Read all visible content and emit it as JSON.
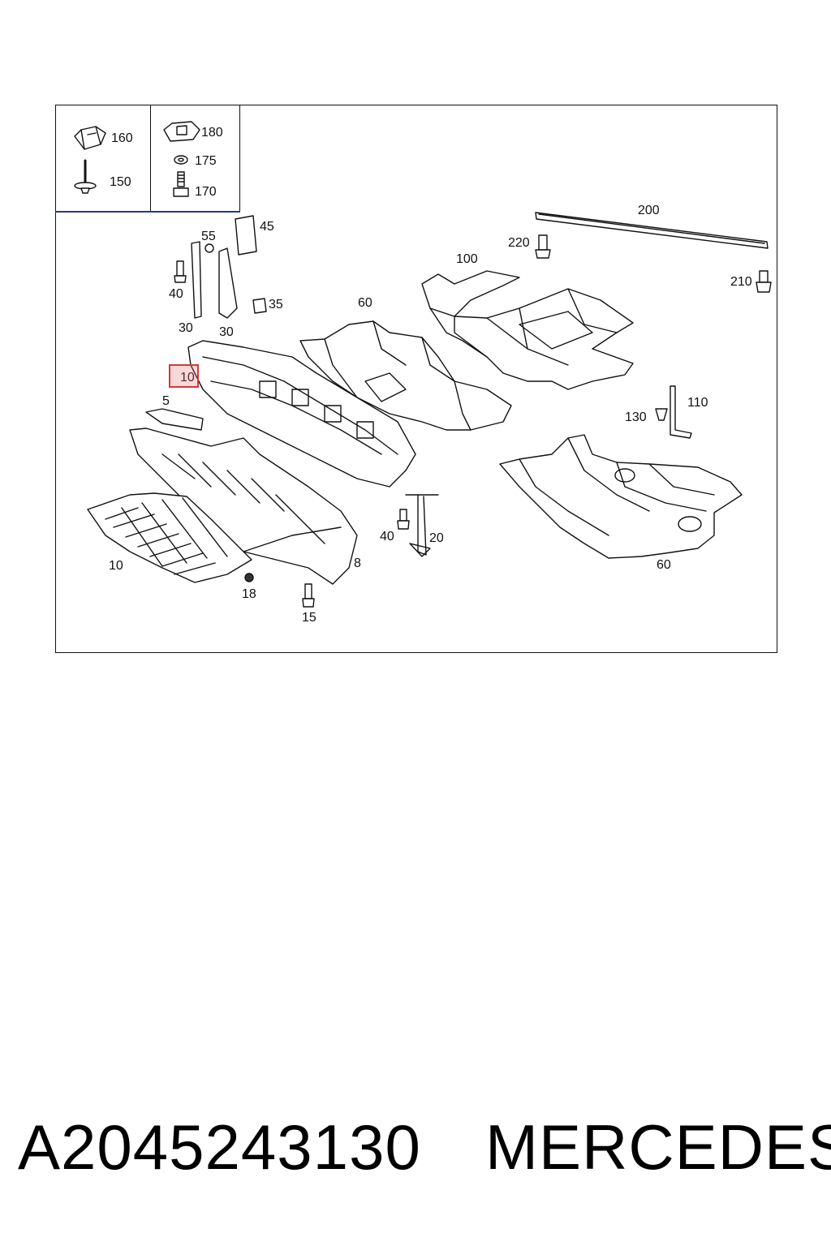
{
  "legend": {
    "box1": [
      {
        "id": "160",
        "icon": "clip-nut-icon"
      },
      {
        "id": "150",
        "icon": "rivet-icon"
      }
    ],
    "box2": [
      {
        "id": "180",
        "icon": "clip-nut-icon"
      },
      {
        "id": "175",
        "icon": "washer-icon"
      },
      {
        "id": "170",
        "icon": "bolt-icon"
      }
    ]
  },
  "callouts": {
    "c200": "200",
    "c220": "220",
    "c210": "210",
    "c100": "100",
    "c60_top": "60",
    "c55": "55",
    "c45": "45",
    "c40_top": "40",
    "c35": "35",
    "c30_left": "30",
    "c30_right": "30",
    "c10_highlight": "10",
    "c5": "5",
    "c130": "130",
    "c110": "110",
    "c40_bottom": "40",
    "c20": "20",
    "c8": "8",
    "c10_bottom": "10",
    "c18": "18",
    "c15": "15",
    "c60_bottom": "60"
  },
  "highlight": {
    "color": "#d23a3a",
    "label_ref": "10"
  },
  "footer": {
    "part_number": "A2045243130",
    "brand": "MERCEDES"
  }
}
